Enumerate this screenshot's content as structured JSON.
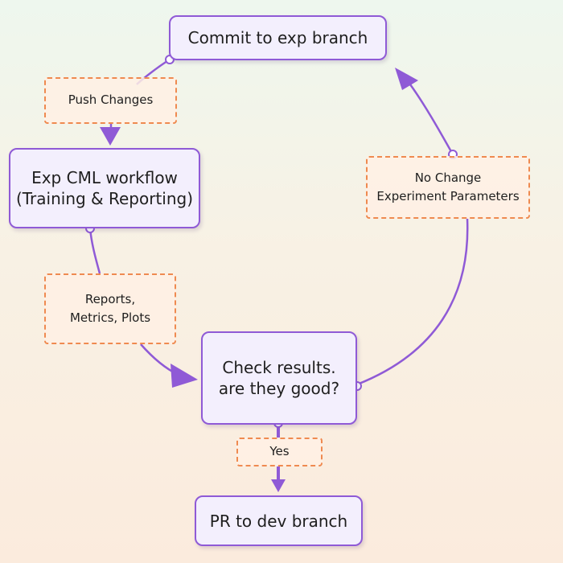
{
  "nodes": {
    "commit": "Commit to exp branch",
    "workflow": "Exp CML workflow\n(Training & Reporting)",
    "check": "Check results.\nare they good?",
    "pr": "PR to dev branch"
  },
  "labels": {
    "push": "Push Changes",
    "reports": "Reports,\nMetrics, Plots",
    "no_change": "No Change\nExperiment Parameters",
    "yes": "Yes"
  },
  "colors": {
    "node_border": "#8f5ad6",
    "node_fill": "#f3effd",
    "label_border": "#ef8a50",
    "connector": "#8f5ad6"
  }
}
